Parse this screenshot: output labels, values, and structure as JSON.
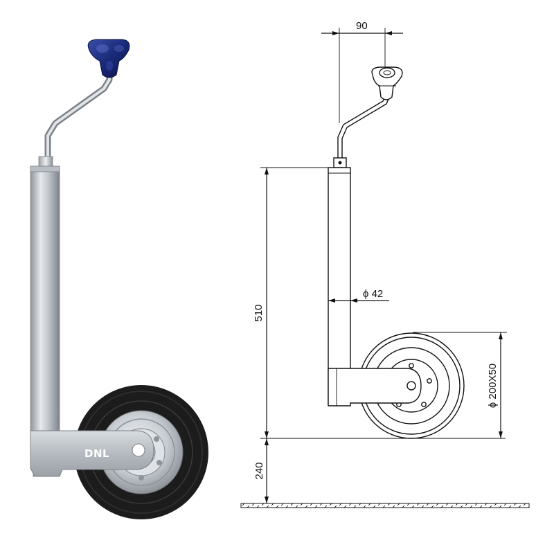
{
  "product": {
    "logo": "DNL",
    "colors": {
      "handle_knob": "#1a2a7a",
      "steel": "#c9ced4",
      "tire": "#1c1c1c"
    }
  },
  "drawing": {
    "dimensions": {
      "handle_offset": "90",
      "tube_length": "510",
      "tube_diameter": "ϕ 42",
      "wheel_size": "ϕ 200X50",
      "ground_clearance": "240"
    }
  }
}
